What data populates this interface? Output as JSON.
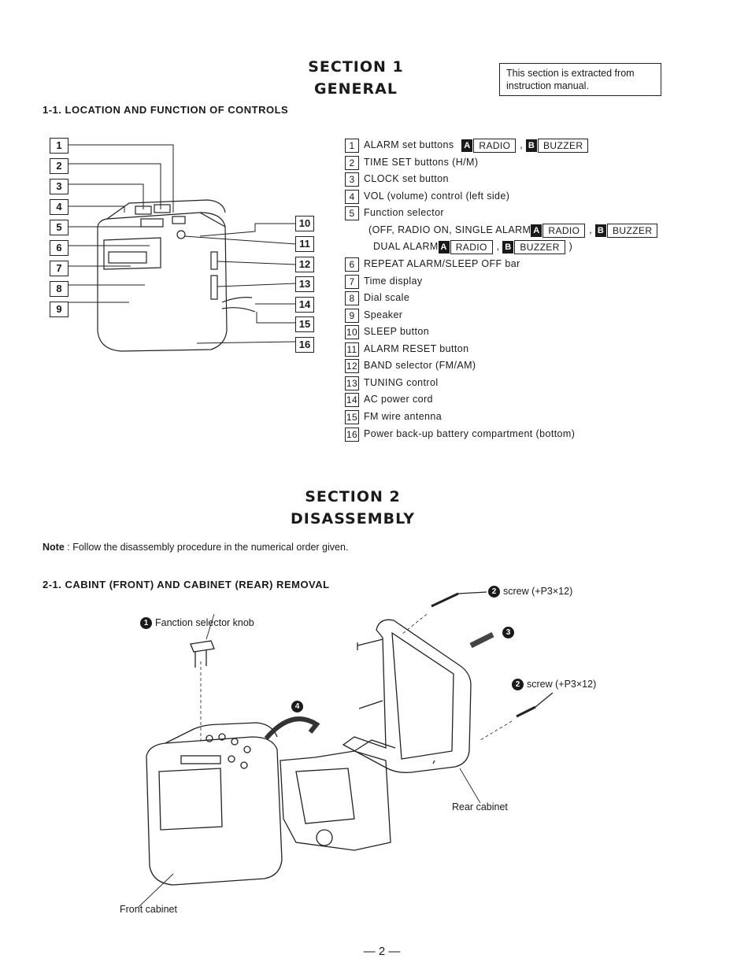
{
  "section1": {
    "title": "SECTION 1",
    "subtitle": "GENERAL"
  },
  "extract_note": "This section is extracted from instruction manual.",
  "heading_1_1": "1-1. LOCATION AND FUNCTION OF CONTROLS",
  "controls": [
    {
      "num": "1",
      "text": "ALARM set buttons"
    },
    {
      "num": "2",
      "text": "TIME SET buttons (H/M)"
    },
    {
      "num": "3",
      "text": "CLOCK set button"
    },
    {
      "num": "4",
      "text": "VOL (volume) control (left side)"
    },
    {
      "num": "5",
      "text": "Function selector"
    },
    {
      "num": "6",
      "text": "REPEAT ALARM/SLEEP OFF bar"
    },
    {
      "num": "7",
      "text": "Time display"
    },
    {
      "num": "8",
      "text": "Dial scale"
    },
    {
      "num": "9",
      "text": "Speaker"
    },
    {
      "num": "10",
      "text": "SLEEP button"
    },
    {
      "num": "11",
      "text": "ALARM RESET button"
    },
    {
      "num": "12",
      "text": "BAND selector (FM/AM)"
    },
    {
      "num": "13",
      "text": "TUNING control"
    },
    {
      "num": "14",
      "text": "AC power cord"
    },
    {
      "num": "15",
      "text": "FM wire antenna"
    },
    {
      "num": "16",
      "text": "Power back-up battery compartment (bottom)"
    }
  ],
  "alarm_tags": {
    "a": "A",
    "b": "B",
    "radio": "RADIO",
    "buzzer": "BUZZER",
    "comma": ",",
    "close": ")"
  },
  "function_options": {
    "line1": "(OFF, RADIO ON, SINGLE ALARM",
    "line2": "DUAL ALARM"
  },
  "section2": {
    "title": "SECTION 2",
    "subtitle": "DISASSEMBLY"
  },
  "note_label": "Note",
  "note_text": ": Follow the disassembly procedure in the numerical order given.",
  "heading_2_1": "2-1. CABINT (FRONT) AND CABINET (REAR) REMOVAL",
  "disassembly_labels": {
    "knob": "Fanction selector knob",
    "screw_top": "screw (+P3×12)",
    "screw_right": "screw (+P3×12)",
    "rear_cabinet": "Rear cabinet",
    "front_cabinet": "Front cabinet",
    "step1": "1",
    "step2": "2",
    "step3": "3",
    "step4": "4"
  },
  "page_number": "— 2 —"
}
